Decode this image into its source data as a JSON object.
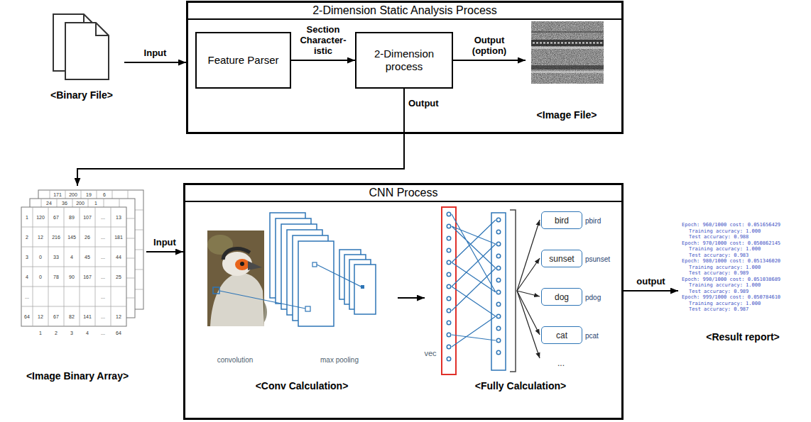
{
  "diagram": {
    "nodes": [
      {
        "text": [
          "<Binary File>"
        ]
      },
      {
        "text": [
          "2-Dimension Static Analysis Process"
        ]
      },
      {
        "text": [
          "Feature Parser"
        ],
        "in": 1
      },
      {
        "text": [
          "2-Dimension process"
        ],
        "in": 1
      },
      {
        "text": [
          "<Image File>"
        ],
        "in": 1
      },
      {
        "text": [
          "<Image Binary Array>"
        ]
      },
      {
        "text": [
          "CNN Process"
        ]
      },
      {
        "text": [
          "<Conv Calculation>"
        ],
        "in": 6
      },
      {
        "text": [
          "<Fully Calculation>"
        ],
        "in": 6
      },
      {
        "text": [
          "bird",
          "pbird"
        ],
        "in": 8
      },
      {
        "text": [
          "sunset",
          "psunset"
        ],
        "in": 8
      },
      {
        "text": [
          "dog",
          "pdog"
        ],
        "in": 8
      },
      {
        "text": [
          "cat",
          "pcat"
        ],
        "in": 8
      },
      {
        "text": [
          "<Result report>"
        ]
      }
    ],
    "edges": [
      {
        "from": 0,
        "to": 1,
        "label": "Input",
        "arrow": "to"
      },
      {
        "from": 2,
        "to": 3,
        "label": "Section Character-istic",
        "arrow": "to"
      },
      {
        "from": 3,
        "to": 4,
        "label": "Output (option)",
        "arrow": "to"
      },
      {
        "from": 3,
        "to": 5,
        "label": "Output",
        "arrow": "to"
      },
      {
        "from": 5,
        "to": 6,
        "label": "Input",
        "arrow": "to"
      },
      {
        "from": 7,
        "to": 8,
        "arrow": "to"
      },
      {
        "from": 6,
        "to": 13,
        "label": "output",
        "arrow": "to"
      }
    ],
    "labels": [
      "171",
      "200",
      "19",
      "6",
      "24",
      "36",
      "200",
      "1",
      "1",
      "120",
      "67",
      "89",
      "107",
      "...",
      "13",
      "2",
      "12",
      "216",
      "145",
      "26",
      "...",
      "181",
      "3",
      "0",
      "33",
      "4",
      "45",
      "...",
      "44",
      "4",
      "0",
      "78",
      "90",
      "167",
      "...",
      "25",
      "...",
      "...",
      "64",
      "12",
      "67",
      "82",
      "141",
      "...",
      "12",
      "1",
      "2",
      "3",
      "4",
      "...",
      "64",
      "convolution",
      "max pooling",
      "vec",
      "...",
      "Epoch: 960/1000 cost: 0.051656429",
      "Training accuracy: 1.000",
      "Test accuracy: 0.988",
      "Epoch: 970/1000 cost: 0.050862145",
      "Training accuracy: 1.000",
      "Test accuracy: 0.983",
      "Epoch: 980/1000 cost: 0.051346020",
      "Training accuracy: 1.000",
      "Test accuracy: 0.989",
      "Epoch: 990/1000 cost: 0.051038689",
      "Training accuracy: 1.000",
      "Test accuracy: 0.989",
      "Epoch: 999/1000 cost: 0.050784610",
      "Training accuracy: 1.000",
      "Test accuracy: 0.987"
    ]
  }
}
